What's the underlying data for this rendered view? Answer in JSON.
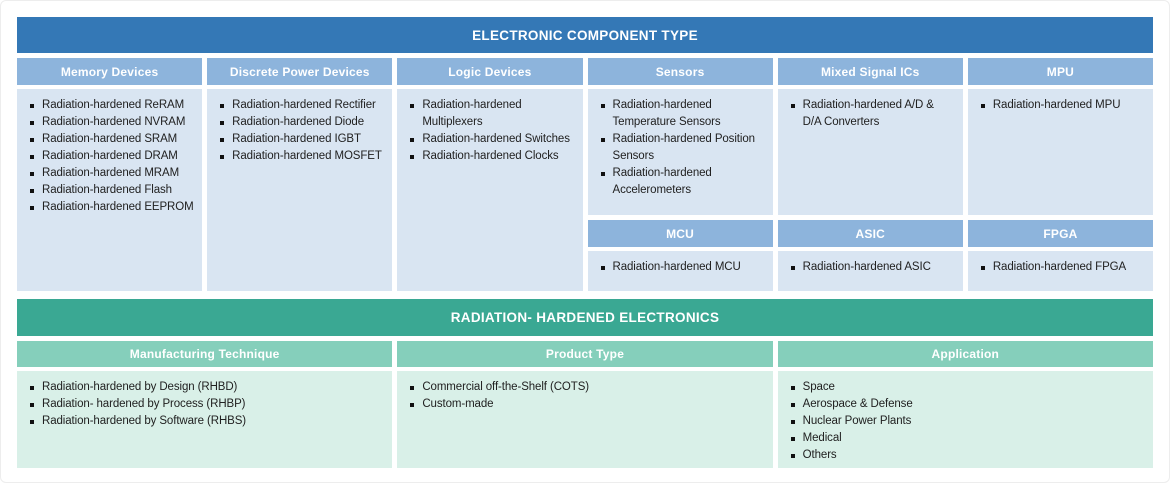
{
  "colors": {
    "blue_header": "#3478b6",
    "blue_column_header": "#8db4dc",
    "blue_body": "#d9e5f2",
    "green_header": "#3aa893",
    "green_column_header": "#85cfbb",
    "green_body": "#d9f0e8",
    "text": "#212121"
  },
  "component_type": {
    "title": "ELECTRONIC COMPONENT TYPE",
    "columns": [
      {
        "header": "Memory Devices",
        "items": [
          "Radiation-hardened ReRAM",
          "Radiation-hardened NVRAM",
          "Radiation-hardened SRAM",
          "Radiation-hardened DRAM",
          "Radiation-hardened MRAM",
          "Radiation-hardened Flash",
          "Radiation-hardened EEPROM"
        ]
      },
      {
        "header": "Discrete Power Devices",
        "items": [
          "Radiation-hardened Rectifier",
          "Radiation-hardened Diode",
          "Radiation-hardened IGBT",
          "Radiation-hardened MOSFET"
        ]
      },
      {
        "header": "Logic Devices",
        "items": [
          "Radiation-hardened Multiplexers",
          "Radiation-hardened Switches",
          "Radiation-hardened Clocks"
        ]
      },
      {
        "header": "Sensors",
        "items": [
          "Radiation-hardened Temperature Sensors",
          "Radiation-hardened Position Sensors",
          "Radiation-hardened Accelerometers"
        ],
        "sub": {
          "header": "MCU",
          "items": [
            "Radiation-hardened MCU"
          ]
        }
      },
      {
        "header": "Mixed Signal ICs",
        "items": [
          "Radiation-hardened A/D & D/A Converters"
        ],
        "sub": {
          "header": "ASIC",
          "items": [
            "Radiation-hardened ASIC"
          ]
        }
      },
      {
        "header": "MPU",
        "items": [
          "Radiation-hardened MPU"
        ],
        "sub": {
          "header": "FPGA",
          "items": [
            "Radiation-hardened FPGA"
          ]
        }
      }
    ]
  },
  "rad_hardened": {
    "title": "RADIATION- HARDENED ELECTRONICS",
    "columns": [
      {
        "header": "Manufacturing Technique",
        "items": [
          "Radiation-hardened by Design (RHBD)",
          "Radiation- hardened by Process (RHBP)",
          "Radiation-hardened by Software (RHBS)"
        ]
      },
      {
        "header": "Product Type",
        "items": [
          "Commercial off-the-Shelf (COTS)",
          "Custom-made"
        ]
      },
      {
        "header": "Application",
        "items": [
          "Space",
          "Aerospace & Defense",
          "Nuclear Power Plants",
          "Medical",
          "Others"
        ]
      }
    ]
  }
}
